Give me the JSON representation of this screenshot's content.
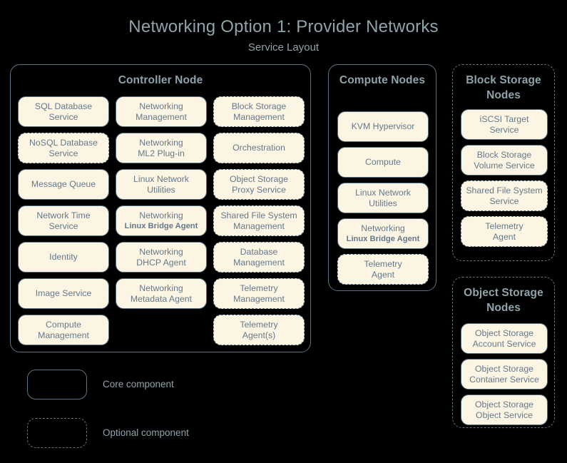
{
  "header": {
    "title": "Networking Option 1: Provider Networks",
    "subtitle": "Service Layout"
  },
  "colors": {
    "background": "#000000",
    "text": "#8fa3ab",
    "chip_fill": "#fdf5e3",
    "chip_border": "#55707d",
    "container_border": "#5d7380"
  },
  "nodes": [
    {
      "id": "controller",
      "title": "Controller Node",
      "border": "solid",
      "columns": [
        {
          "items": [
            {
              "line1": "SQL Database",
              "line2": "Service",
              "border": "solid"
            },
            {
              "line1": "NoSQL Database",
              "line2": "Service",
              "border": "dashed"
            },
            {
              "line1": "Message Queue",
              "line2": "",
              "border": "solid"
            },
            {
              "line1": "Network Time",
              "line2": "Service",
              "border": "solid"
            },
            {
              "line1": "Identity",
              "line2": "",
              "border": "solid"
            },
            {
              "line1": "Image Service",
              "line2": "",
              "border": "solid"
            },
            {
              "line1": "Compute",
              "line2": "Management",
              "border": "solid"
            }
          ]
        },
        {
          "items": [
            {
              "line1": "Networking",
              "line2": "Management",
              "border": "solid"
            },
            {
              "line1": "Networking",
              "line2": "ML2 Plug-in",
              "border": "solid"
            },
            {
              "line1": "Linux Network",
              "line2": "Utilities",
              "border": "solid"
            },
            {
              "line1": "Networking",
              "line2": "Linux Bridge Agent",
              "line2_small": true,
              "border": "solid"
            },
            {
              "line1": "Networking",
              "line2": "DHCP Agent",
              "border": "solid"
            },
            {
              "line1": "Networking",
              "line2": "Metadata Agent",
              "border": "solid"
            },
            {
              "spacer": true
            }
          ]
        },
        {
          "items": [
            {
              "line1": "Block Storage",
              "line2": "Management",
              "border": "dashed"
            },
            {
              "line1": "Orchestration",
              "line2": "",
              "border": "dashed"
            },
            {
              "line1": "Object Storage",
              "line2": "Proxy Service",
              "border": "dashed"
            },
            {
              "line1": "Shared File System",
              "line2": "Management",
              "border": "dashed"
            },
            {
              "line1": "Database",
              "line2": "Management",
              "border": "dashed"
            },
            {
              "line1": "Telemetry",
              "line2": "Management",
              "border": "dashed"
            },
            {
              "line1": "Telemetry",
              "line2": "Agent(s)",
              "border": "dashed"
            }
          ]
        }
      ]
    },
    {
      "id": "compute",
      "title": "Compute Nodes",
      "border": "solid",
      "items": [
        {
          "line1": "KVM Hypervisor",
          "line2": "",
          "border": "solid"
        },
        {
          "line1": "Compute",
          "line2": "",
          "border": "solid"
        },
        {
          "line1": "Linux Network",
          "line2": "Utilities",
          "border": "solid"
        },
        {
          "line1": "Networking",
          "line2": "Linux Bridge Agent",
          "line2_small": true,
          "border": "solid"
        },
        {
          "line1": "Telemetry",
          "line2": "Agent",
          "border": "dashed"
        }
      ]
    },
    {
      "id": "block-storage",
      "title": "Block Storage Nodes",
      "border": "dashed",
      "items": [
        {
          "line1": "iSCSI Target",
          "line2": "Service",
          "border": "solid"
        },
        {
          "line1": "Block Storage",
          "line2": "Volume Service",
          "border": "solid"
        },
        {
          "line1": "Shared File System",
          "line2": "Service",
          "border": "dashed"
        },
        {
          "line1": "Telemetry",
          "line2": "Agent",
          "border": "dashed"
        }
      ]
    },
    {
      "id": "object-storage",
      "title": "Object Storage Nodes",
      "border": "dashed",
      "items": [
        {
          "line1": "Object Storage",
          "line2": "Account Service",
          "border": "solid"
        },
        {
          "line1": "Object Storage",
          "line2": "Container Service",
          "border": "solid"
        },
        {
          "line1": "Object Storage",
          "line2": "Object Service",
          "border": "solid"
        }
      ]
    }
  ],
  "legend": [
    {
      "label": "Core component",
      "border": "solid"
    },
    {
      "label": "Optional component",
      "border": "dashed"
    }
  ]
}
